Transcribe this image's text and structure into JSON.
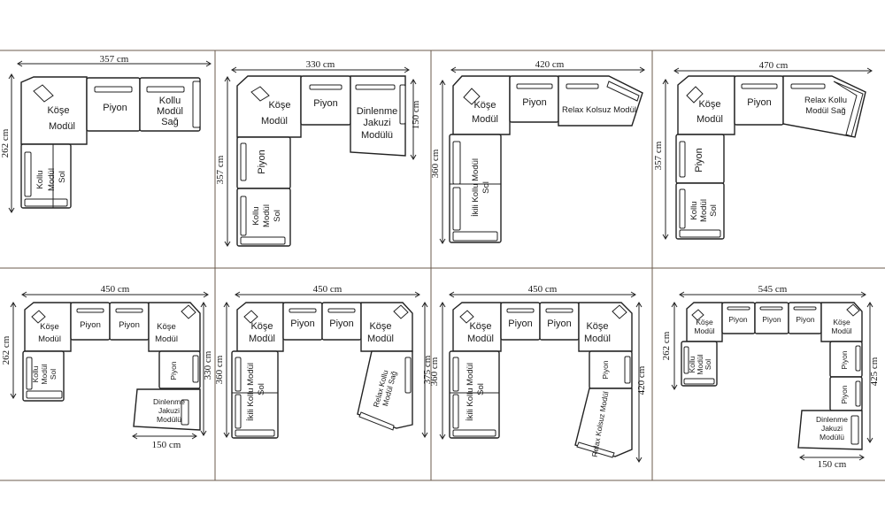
{
  "colors": {
    "line": "#222222",
    "frame": "#6b5b4e",
    "background": "#ffffff"
  },
  "arrow_icon": "double-headed-arrow-icon",
  "layouts": [
    {
      "id": "p1",
      "dims": [
        "357 cm",
        "262 cm"
      ],
      "modules": [
        "Köşe",
        "Modül",
        "Piyon",
        "Kollu",
        "Modül",
        "Sağ",
        "Kollu",
        "Modül",
        "Sol"
      ]
    },
    {
      "id": "p2",
      "dims": [
        "330 cm",
        "357 cm",
        "150 cm"
      ],
      "modules": [
        "Köşe",
        "Modül",
        "Piyon",
        "Dinlenme",
        "Jakuzi",
        "Modülü",
        "Piyon",
        "Kollu",
        "Modül",
        "Sol"
      ]
    },
    {
      "id": "p3",
      "dims": [
        "420 cm",
        "360 cm"
      ],
      "modules": [
        "Köşe",
        "Modül",
        "Piyon",
        "Relax Kolsuz Modül",
        "İkili Kollu Modül",
        "Sol"
      ]
    },
    {
      "id": "p4",
      "dims": [
        "470 cm",
        "357 cm"
      ],
      "modules": [
        "Köşe",
        "Modül",
        "Piyon",
        "Relax Kollu",
        "Modül Sağ",
        "Piyon",
        "Kollu",
        "Modül",
        "Sol"
      ]
    },
    {
      "id": "p5",
      "dims": [
        "450 cm",
        "262 cm",
        "330 cm",
        "150 cm"
      ],
      "modules": [
        "Köşe",
        "Modül",
        "Piyon",
        "Piyon",
        "Köşe",
        "Modül",
        "Kollu",
        "Modül",
        "Sol",
        "Piyon",
        "Dinlenme",
        "Jakuzi",
        "Modülü"
      ]
    },
    {
      "id": "p6",
      "dims": [
        "450 cm",
        "360 cm",
        "375 cm"
      ],
      "modules": [
        "Köşe",
        "Modül",
        "Piyon",
        "Piyon",
        "Köşe",
        "Modül",
        "İkili Kollu Modül",
        "Sol",
        "Relax Kollu",
        "Modül Sağ"
      ]
    },
    {
      "id": "p7",
      "dims": [
        "450 cm",
        "360 cm",
        "420 cm"
      ],
      "modules": [
        "Köşe",
        "Modül",
        "Piyon",
        "Piyon",
        "Köşe",
        "Modül",
        "İkili Kollu Modül",
        "Sol",
        "Piyon",
        "Relax Kolsuz Modül"
      ]
    },
    {
      "id": "p8",
      "dims": [
        "545 cm",
        "262 cm",
        "425 cm",
        "150 cm"
      ],
      "modules": [
        "Köşe",
        "Modül",
        "Piyon",
        "Piyon",
        "Piyon",
        "Köşe",
        "Modül",
        "Kollu",
        "Modül",
        "Sol",
        "Piyon",
        "Piyon",
        "Dinlenme",
        "Jakuzi",
        "Modülü"
      ]
    }
  ]
}
